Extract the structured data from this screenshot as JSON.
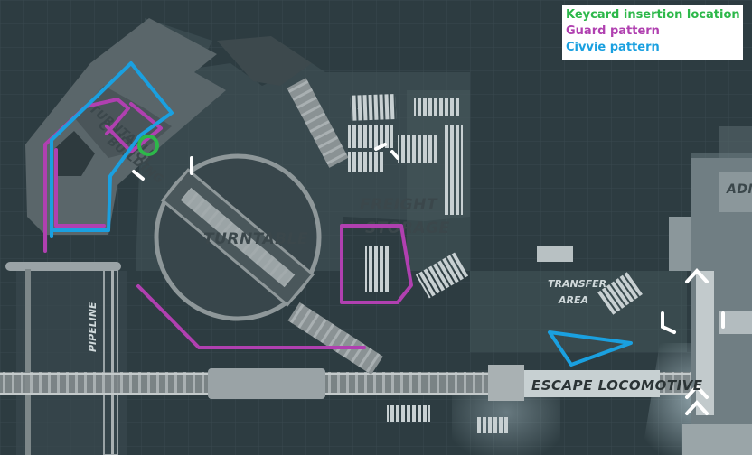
{
  "legend": {
    "keycard": {
      "label": "Keycard insertion location",
      "color": "#2db84a"
    },
    "guard": {
      "label": "Guard pattern",
      "color": "#b040b0"
    },
    "civvie": {
      "label": "Civvie pattern",
      "color": "#1aa0e0"
    }
  },
  "map_labels": {
    "control_building": [
      "TURNTABLE",
      "CONTROL",
      "BUILDING"
    ],
    "turntable": "TURNTABLE",
    "freight_storage": [
      "FREIGHT",
      "STORAGE"
    ],
    "transfer_area": [
      "TRANSFER",
      "AREA"
    ],
    "pipeline": "PIPELINE",
    "escape_locomotive": "ESCAPE LOCOMOTIVE",
    "admin": "ADM"
  }
}
